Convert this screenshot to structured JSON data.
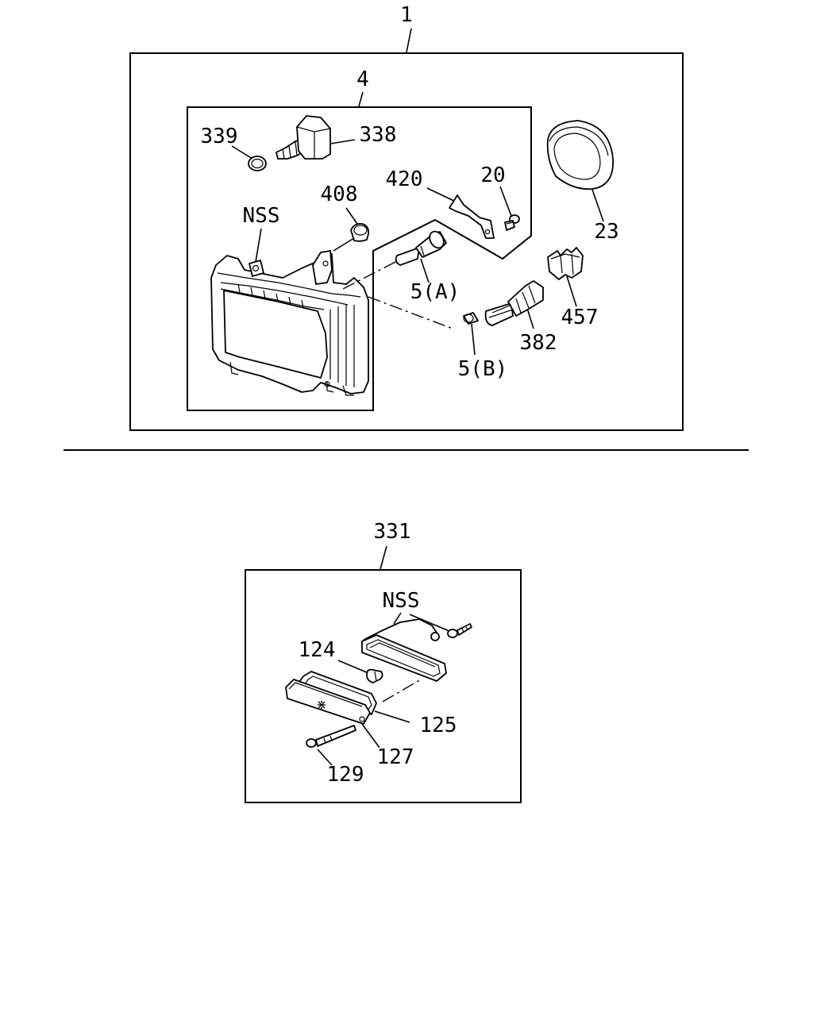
{
  "assembly_headlamp": {
    "label": "1",
    "sub_assembly_label": "4",
    "parts": {
      "p339": "339",
      "p338": "338",
      "p420": "420",
      "p20": "20",
      "p408": "408",
      "nss": "NSS",
      "p23": "23",
      "p5a": "5(A)",
      "p457": "457",
      "p382": "382",
      "p5b": "5(B)"
    }
  },
  "assembly_side_lamp": {
    "label": "331",
    "parts": {
      "nss": "NSS",
      "p124": "124",
      "p125": "125",
      "p127": "127",
      "p129": "129"
    }
  }
}
